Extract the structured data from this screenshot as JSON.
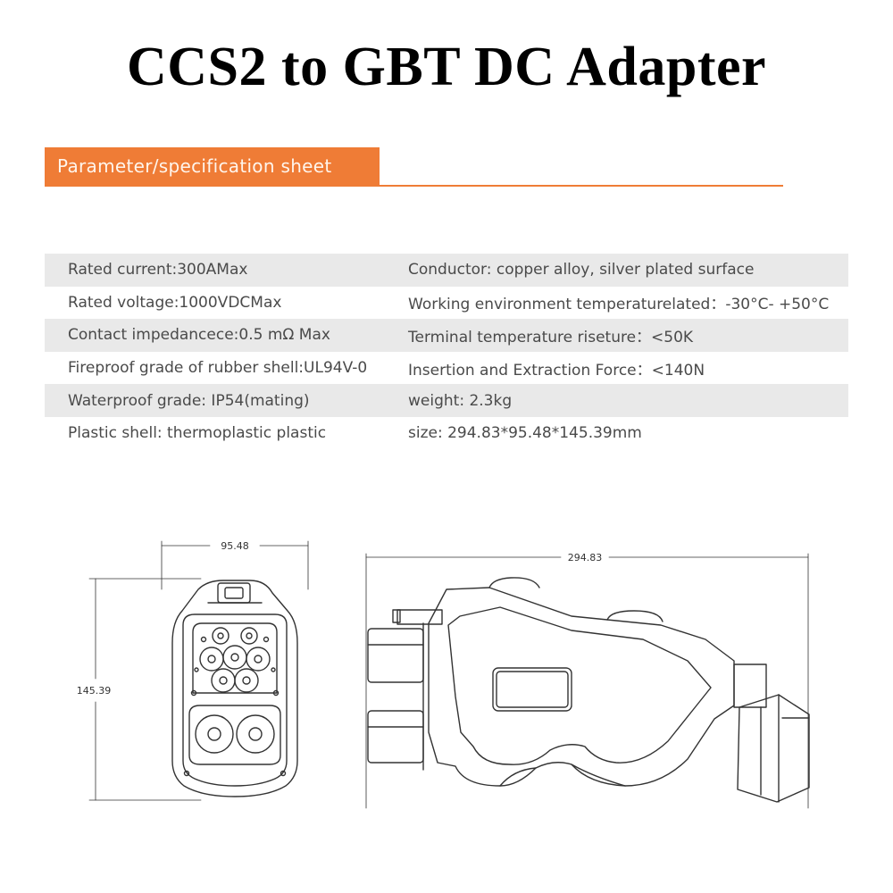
{
  "title": "CCS2 to GBT DC Adapter",
  "section_heading": "Parameter/specification sheet",
  "specs": [
    {
      "left": "Rated current:300AMax",
      "right": "Conductor: copper alloy, silver plated surface"
    },
    {
      "left": "Rated voltage:1000VDCMax",
      "right": "Working environment temperaturelated：-30°C- +50°C"
    },
    {
      "left": "Contact impedancece:0.5 mΩ Max",
      "right": "Terminal temperature riseture：<50K"
    },
    {
      "left": "Fireproof grade of rubber shell:UL94V-0",
      "right": "Insertion and Extraction Force：<140N"
    },
    {
      "left": "Waterproof grade: IP54(mating)",
      "right": "weight: 2.3kg"
    },
    {
      "left": "Plastic shell: thermoplastic plastic",
      "right": "size: 294.83*95.48*145.39mm"
    }
  ],
  "drawing": {
    "front_width": "95.48",
    "front_height": "145.39",
    "side_length": "294.83"
  },
  "colors": {
    "accent": "#ef7c36",
    "row_shade": "#e9e9e9",
    "text": "#4a4a4a"
  }
}
